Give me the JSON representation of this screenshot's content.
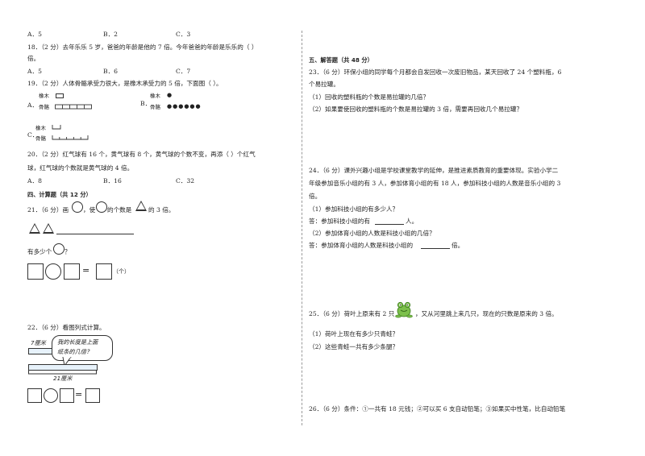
{
  "left": {
    "q17_options": {
      "a": "A．5",
      "b": "B．2",
      "c": "C．3"
    },
    "q18": {
      "line1": "18．（2 分）去年乐乐 5 岁，爸爸的年龄是他的 7 倍。今年爸爸的年龄是乐乐的（          ）",
      "line2": "倍。",
      "a": "A．5",
      "b": "B．6",
      "c": "C．7"
    },
    "q19": {
      "line1": "19．（2 分）人体骨骼承受力很大，是橡木承受力的 5 倍，下面图（          ）。",
      "a_label": "A．",
      "a_oak": "橡木",
      "a_bone": "骨骼",
      "b_label": "B．",
      "b_oak": "橡木",
      "b_oak_mark": "●",
      "b_bone": "骨骼",
      "b_bone_marks": "●●●●●●",
      "c_label": "C．",
      "c_oak": "橡木",
      "c_bone": "骨骼"
    },
    "q20": {
      "line1": "20．（2 分）红气球有 16 个，黄气球有 8 个，黄气球的个数不变，再添（          ）个红气",
      "line2": "球，红气球的个数就是黄气球的 4 倍。",
      "a": "A．8",
      "b": "B．16",
      "c": "C．32"
    },
    "section4": "四、计算题（共 12 分）",
    "q21": {
      "pre": "21．（6 分）画",
      "mid": "，使",
      "post": "的个数是",
      "end": "的 3 倍。",
      "ask": "有多少个",
      "ask_end": "？",
      "unit": "（个）"
    },
    "q22": {
      "line1": "22．（6 分）看图列式计算。",
      "top_len": "7厘米",
      "bubble_l1": "我的长度是上面",
      "bubble_l2": "纸条的几倍？",
      "bottom_len": "21厘米"
    }
  },
  "right": {
    "section5": "五、解答题（共 48 分）",
    "q23": {
      "line1": "23．（6 分）环保小组的同学每个月都会自发回收一次废旧物品，某天回收了 24 个塑料瓶，6",
      "line2": "个易拉罐。",
      "sub1": "（1）回收的塑料瓶的个数是易拉罐的几倍？",
      "sub2": "（2）如果要使回收的塑料瓶的个数是易拉罐的 3 倍，需要再回收几个易拉罐？"
    },
    "q24": {
      "line1": "24．（6 分）课外兴趣小组是学校课堂教学的延伸，是推进素质教育的重要体现。实验小学二",
      "line2": "年级参加音乐小组的有 3 人，参加体育小组的有 18 人，参加科技小组的人数是音乐小组的 3",
      "line3": "倍。",
      "sub1": "（1）参加科技小组的有多少人？",
      "ans1_pre": "答：参加科技小组的有",
      "ans1_post": "人。",
      "sub2": "（2）参加体育小组的人数是科技小组的几倍？",
      "ans2_pre": "答：参加体育小组的人数是科技小组的",
      "ans2_post": "倍。"
    },
    "q25": {
      "pre": "25．（6 分）荷叶上原来有 2 只",
      "post": "，又从河里跳上来几只，现在的只数是原来的 3 倍。",
      "sub1": "（1）荷叶上现在有多少只青蛙？",
      "sub2": "（2）这些青蛙一共有多少条腿？"
    },
    "q26": {
      "line1": "26．（6 分）条件：①一共有 18 元钱；②可以买 6 支自动铅笔；③如果买中性笔，比自动铅笔"
    }
  },
  "icons": {
    "frog": "frog-icon"
  },
  "colors": {
    "bar_fill": "#e7f2fb",
    "frog_green": "#7cc04b"
  }
}
